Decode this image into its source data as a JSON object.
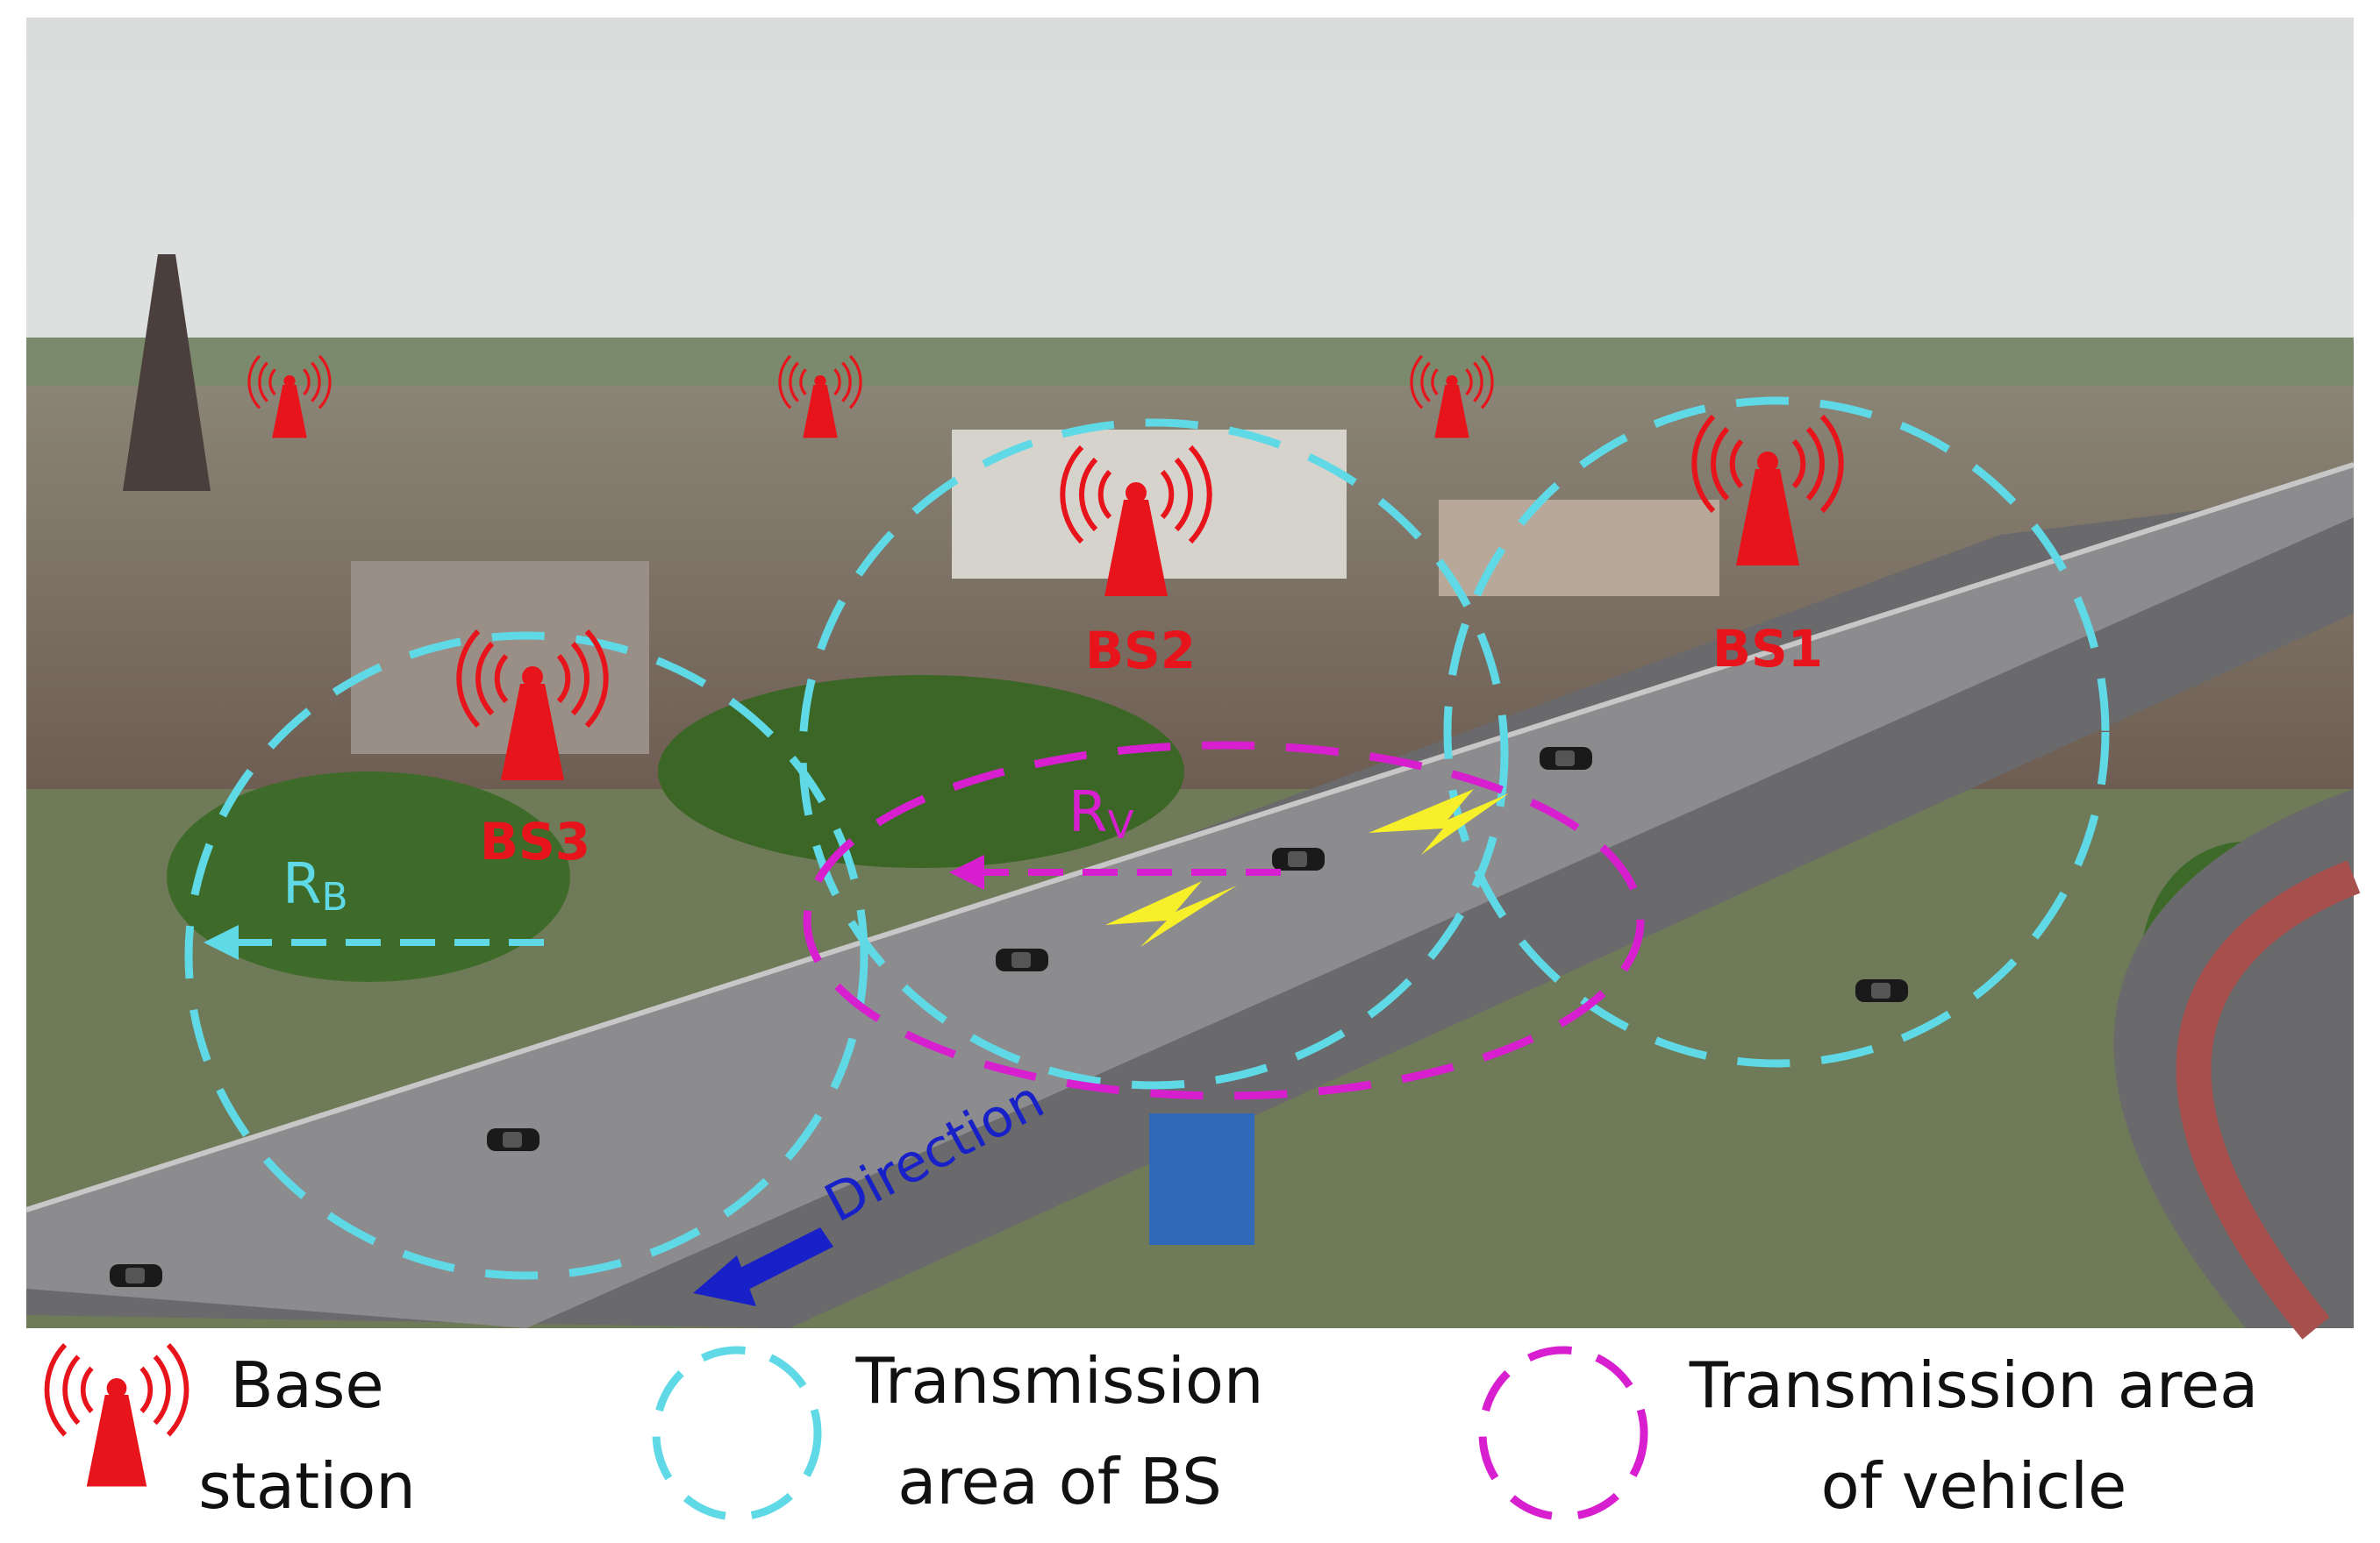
{
  "colors": {
    "base_station": "#e8141c",
    "bs_area": "#5fd9e6",
    "vehicle_area": "#d81fd0",
    "direction": "#1820c8",
    "lightning": "#f6ef2a"
  },
  "base_stations": [
    {
      "label": "BS1"
    },
    {
      "label": "BS2"
    },
    {
      "label": "BS3"
    }
  ],
  "radius_labels": {
    "bs": {
      "main": "R",
      "sub": "B"
    },
    "vehicle": {
      "main": "R",
      "sub": "V"
    }
  },
  "direction_label": "Direction",
  "legend": {
    "base_station": {
      "line1": "Base",
      "line2": "station",
      "icon": "antenna-icon"
    },
    "bs_area": {
      "line1": "Transmission",
      "line2": "area of BS",
      "icon": "dashed-circle-icon"
    },
    "vehicle_area": {
      "line1": "Transmission area",
      "line2": "of vehicle",
      "icon": "dashed-circle-icon"
    }
  }
}
